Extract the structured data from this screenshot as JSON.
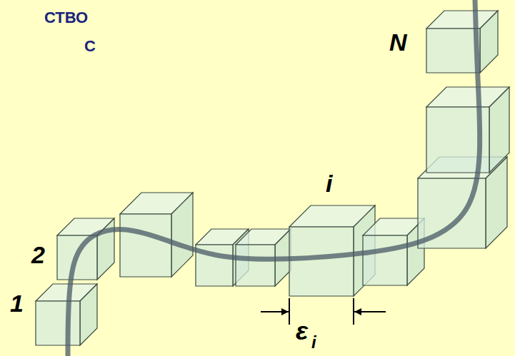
{
  "diagram": {
    "labels": [
      "СТВО",
      "С",
      "1",
      "2",
      "i",
      "N",
      "ε",
      "i"
    ]
  }
}
